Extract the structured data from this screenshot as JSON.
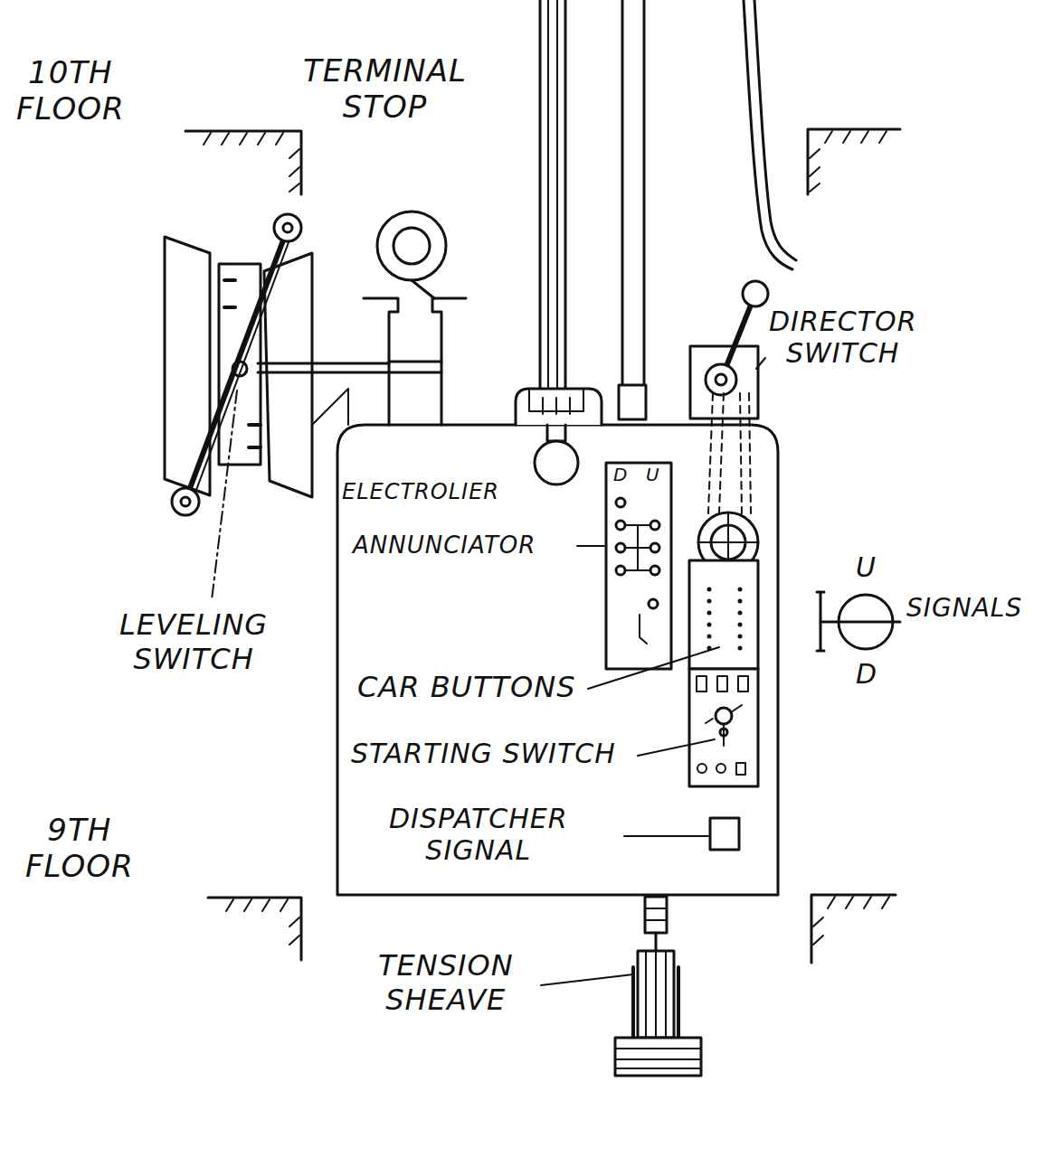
{
  "diagram": {
    "labels": [
      "10TH FLOOR",
      "TERMINAL STOP",
      "DIRECTOR SWITCH",
      "D",
      "U",
      "ELECTROLIER",
      "ANNUNCIATOR",
      "U",
      "SIGNALS",
      "LEVELING SWITCH",
      "D",
      "CAR BUTTONS",
      "STARTING SWITCH",
      "DISPATCHER SIGNAL",
      "9TH FLOOR",
      "TENSION SHEAVE"
    ]
  }
}
